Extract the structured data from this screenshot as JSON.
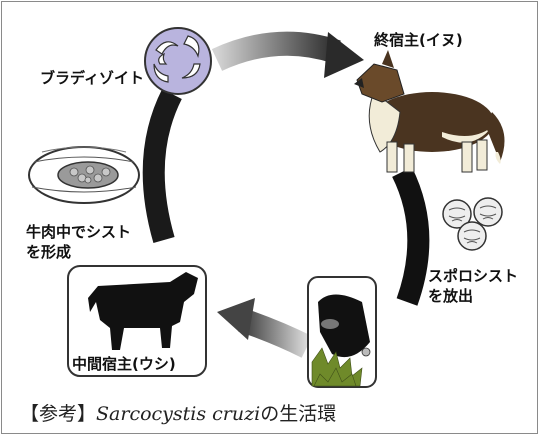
{
  "labels": {
    "bradyzoite": "ブラディゾイト",
    "definitive_host": "終宿主(イヌ)",
    "beef_cyst_line1": "牛肉中でシスト",
    "beef_cyst_line2": "を形成",
    "sporocyst_line1": "スポロシスト",
    "sporocyst_line2": "を放出",
    "intermediate_host": "中間宿主(ウシ)"
  },
  "caption": {
    "prefix": "【参考】",
    "species": "Sarcocystis cruzi",
    "suffix": "の生活環"
  },
  "colors": {
    "arrow_dark": "#1a1a1a",
    "arrow_light": "#cfcfcf",
    "bradyzoite_fill": "#b9b4de",
    "dog_brown": "#4a3420",
    "cow_black": "#111111",
    "grass_green": "#6f8a2a"
  }
}
